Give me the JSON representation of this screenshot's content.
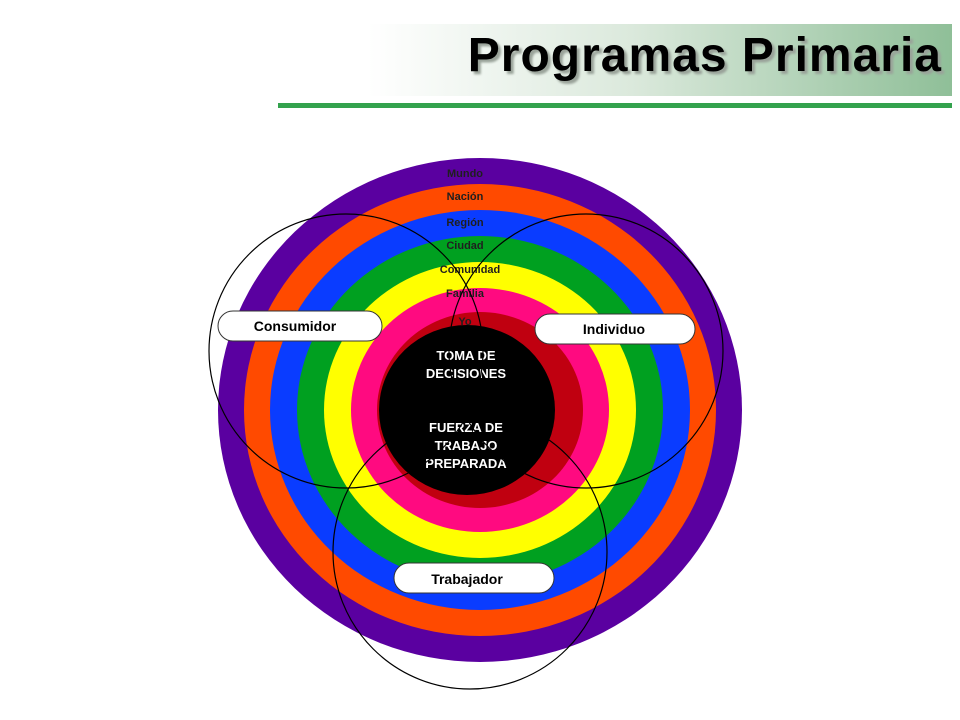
{
  "header": {
    "title": "Programas  Primaria"
  },
  "diagram": {
    "rings": [
      {
        "label": "Mundo",
        "color": "#5a00a0"
      },
      {
        "label": "Nación",
        "color": "#ff4a00"
      },
      {
        "label": "Región",
        "color": "#0a3cff"
      },
      {
        "label": "Ciudad",
        "color": "#00a020"
      },
      {
        "label": "Comunidad",
        "color": "#ffff00"
      },
      {
        "label": "Familia",
        "color": "#ff0a80"
      },
      {
        "label": "Yo",
        "color": "#c00010"
      }
    ],
    "center": {
      "color": "#000000",
      "line1": "TOMA DE",
      "line2": "DECISIONES",
      "line3": "FUERZA DE",
      "line4": "TRABAJO",
      "line5": "PREPARADA"
    },
    "roles": {
      "consumidor": "Consumidor",
      "individuo": "Individuo",
      "trabajador": "Trabajador"
    }
  }
}
